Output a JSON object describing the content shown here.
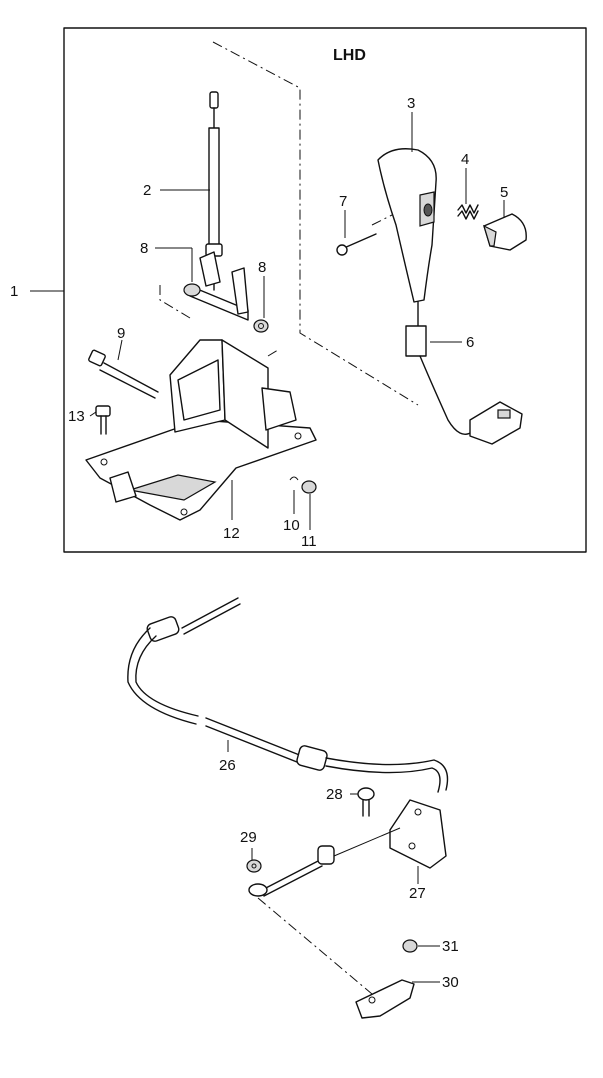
{
  "figure": {
    "title": "LHD",
    "callouts": [
      {
        "id": "1",
        "label": "1"
      },
      {
        "id": "2",
        "label": "2"
      },
      {
        "id": "3",
        "label": "3"
      },
      {
        "id": "4",
        "label": "4"
      },
      {
        "id": "5",
        "label": "5"
      },
      {
        "id": "6",
        "label": "6"
      },
      {
        "id": "7",
        "label": "7"
      },
      {
        "id": "8a",
        "label": "8"
      },
      {
        "id": "8b",
        "label": "8"
      },
      {
        "id": "9",
        "label": "9"
      },
      {
        "id": "10",
        "label": "10"
      },
      {
        "id": "11",
        "label": "11"
      },
      {
        "id": "12",
        "label": "12"
      },
      {
        "id": "13",
        "label": "13"
      },
      {
        "id": "26",
        "label": "26"
      },
      {
        "id": "27",
        "label": "27"
      },
      {
        "id": "28",
        "label": "28"
      },
      {
        "id": "29",
        "label": "29"
      },
      {
        "id": "30",
        "label": "30"
      },
      {
        "id": "31",
        "label": "31"
      }
    ]
  }
}
